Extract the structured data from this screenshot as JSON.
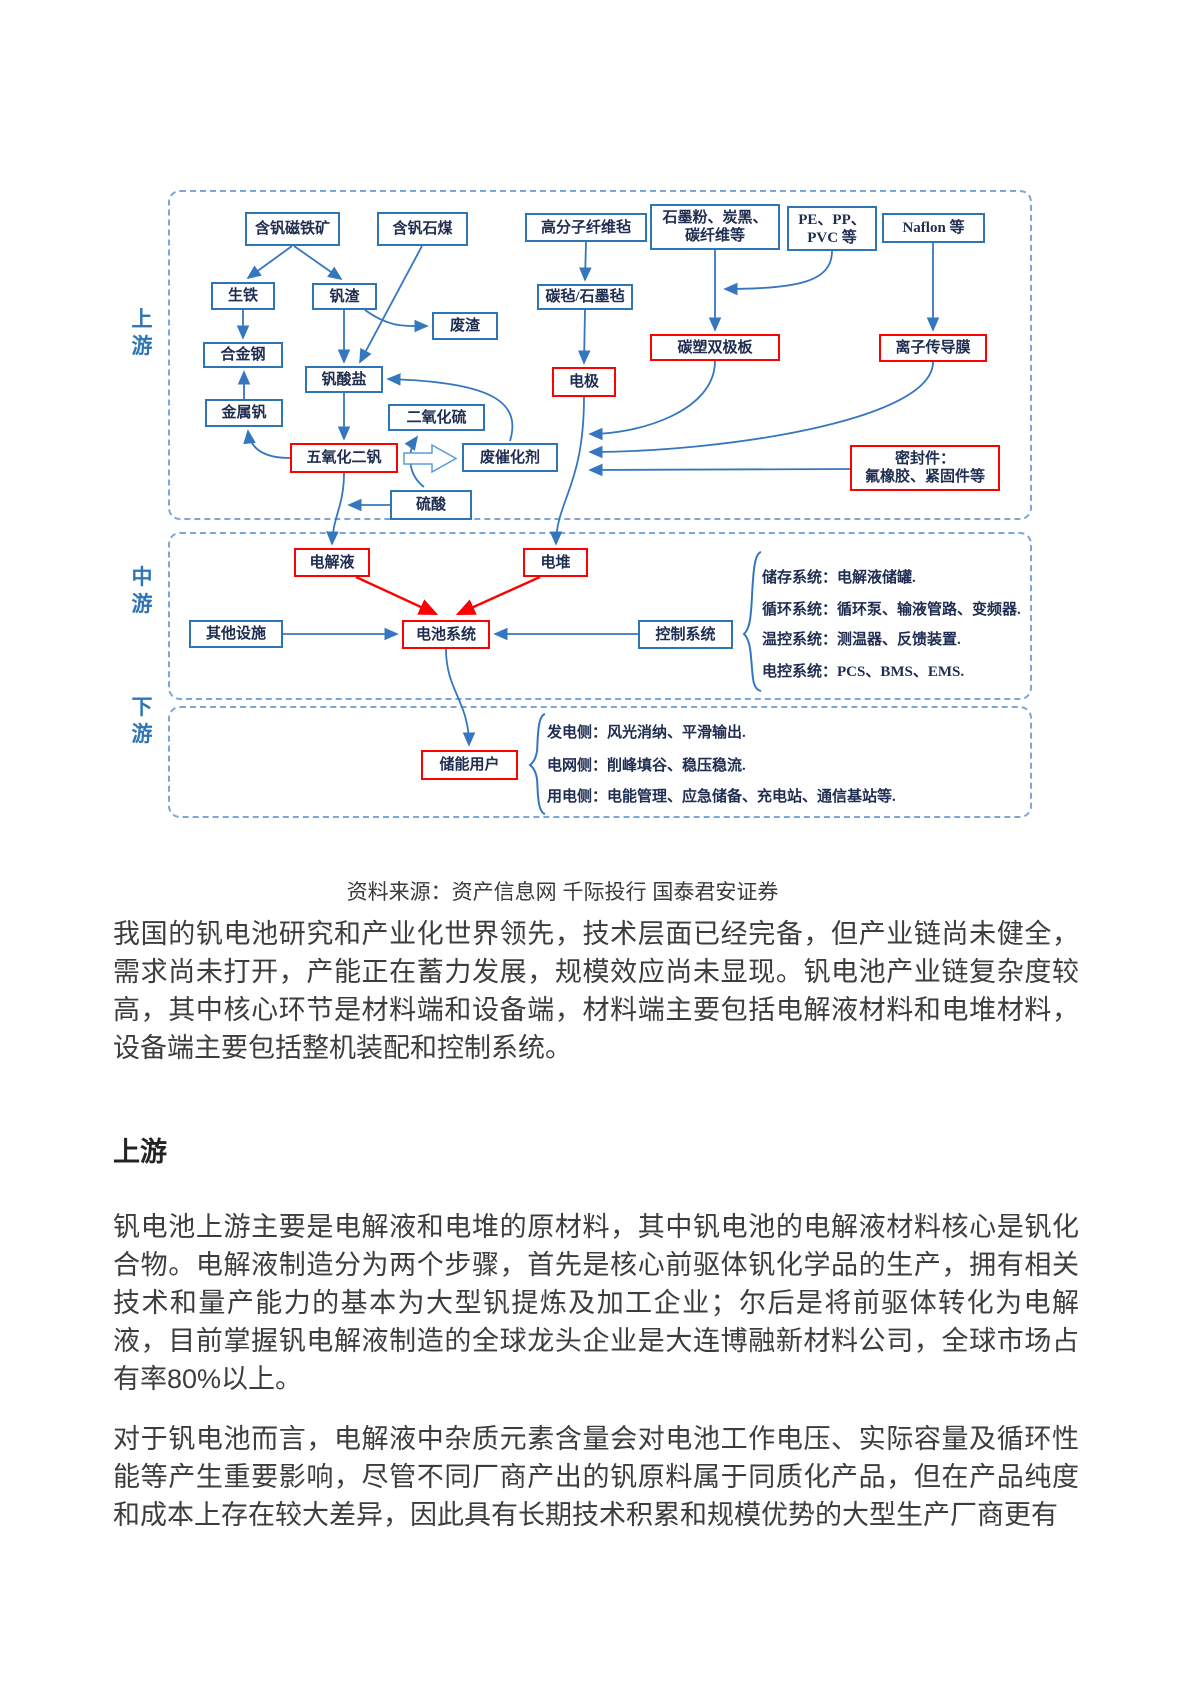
{
  "diagram": {
    "section_labels": {
      "upstream": "上游",
      "midstream": "中游",
      "downstream": "下游"
    },
    "boxes": {
      "vanadium_magnetite": "含钒磁铁矿",
      "vanadium_stone_coal": "含钒石煤",
      "polymer_fiber_felt": "高分子纤维毡",
      "graphite_carbon_black": "石墨粉、炭黑、\n碳纤维等",
      "pe_pp_pvc": "PE、PP、\nPVC 等",
      "naflon": "Naflon 等",
      "pig_iron": "生铁",
      "vanadium_slag": "钒渣",
      "waste_slag": "废渣",
      "carbon_felt": "碳毡/石墨毡",
      "alloy_steel": "合金钢",
      "vanadate": "钒酸盐",
      "electrode": "电极",
      "bipolar_plate": "碳塑双极板",
      "ion_membrane": "离子传导膜",
      "metal_vanadium": "金属钒",
      "sulfur_dioxide": "二氧化硫",
      "v2o5": "五氧化二钒",
      "spent_catalyst": "废催化剂",
      "seals": "密封件：\n氟橡胶、紧固件等",
      "sulfuric_acid": "硫酸",
      "electrolyte": "电解液",
      "stack": "电堆",
      "other_facilities": "其他设施",
      "battery_system": "电池系统",
      "control_system": "控制系统",
      "storage_users": "储能用户"
    },
    "battery_system_notes": [
      "储存系统：电解液储罐.",
      "循环系统：循环泵、输液管路、变频器.",
      "温控系统：测温器、反馈装置.",
      "电控系统：PCS、BMS、EMS."
    ],
    "storage_user_notes": [
      "发电侧：风光消纳、平滑输出.",
      "电网侧：削峰填谷、稳压稳流.",
      "用电侧：电能管理、应急储备、充电站、通信基站等."
    ]
  },
  "caption": "资料来源：资产信息网 千际投行 国泰君安证券",
  "body": {
    "paragraph1": "我国的钒电池研究和产业化世界领先，技术层面已经完备，但产业链尚未健全，需求尚未打开，产能正在蓄力发展，规模效应尚未显现。钒电池产业链复杂度较高，其中核心环节是材料端和设备端，材料端主要包括电解液材料和电堆材料，设备端主要包括整机装配和控制系统。",
    "heading_upstream": "上游",
    "paragraph2": "钒电池上游主要是电解液和电堆的原材料，其中钒电池的电解液材料核心是钒化合物。电解液制造分为两个步骤，首先是核心前驱体钒化学品的生产，拥有相关技术和量产能力的基本为大型钒提炼及加工企业；尔后是将前驱体转化为电解液，目前掌握钒电解液制造的全球龙头企业是大连博融新材料公司，全球市场占有率80%以上。",
    "paragraph3": "对于钒电池而言，电解液中杂质元素含量会对电池工作电压、实际容量及循环性能等产生重要影响，尽管不同厂商产出的钒原料属于同质化产品，但在产品纯度和成本上存在较大差异，因此具有长期技术积累和规模优势的大型生产厂商更有"
  },
  "colors": {
    "blue_border": "#2e75b6",
    "red_border": "#ff0000",
    "arrow_blue": "#3577be",
    "arrow_red": "#ff0000",
    "dashed_border": "#7ba6d9",
    "section_label": "#2e75b6",
    "body_text": "#3d3d3d"
  }
}
